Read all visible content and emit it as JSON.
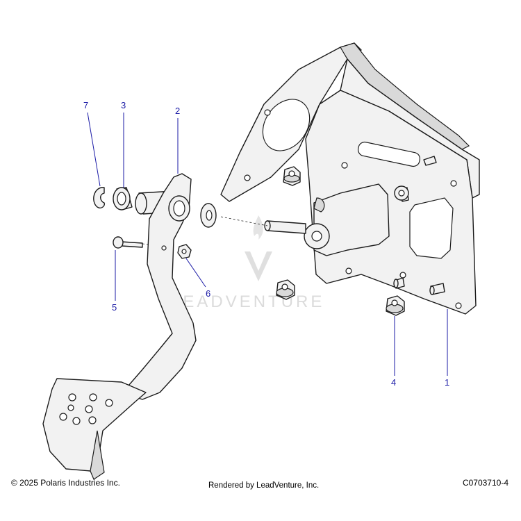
{
  "diagram": {
    "callouts": [
      {
        "id": "callout-7",
        "label": "7"
      },
      {
        "id": "callout-3",
        "label": "3"
      },
      {
        "id": "callout-2",
        "label": "2"
      },
      {
        "id": "callout-5",
        "label": "5"
      },
      {
        "id": "callout-6",
        "label": "6"
      },
      {
        "id": "callout-4",
        "label": "4"
      },
      {
        "id": "callout-1",
        "label": "1"
      }
    ],
    "watermark": "LEADVENTURE"
  },
  "footer": {
    "copyright": "© 2025 Polaris Industries Inc.",
    "rendered_by": "Rendered by LeadVenture, Inc.",
    "diagram_code": "C0703710-4"
  },
  "colors": {
    "callout": "#1a1aa6",
    "outline": "#1b1b1b",
    "part_fill": "#f2f2f2",
    "watermark": "#d8d8d8"
  }
}
